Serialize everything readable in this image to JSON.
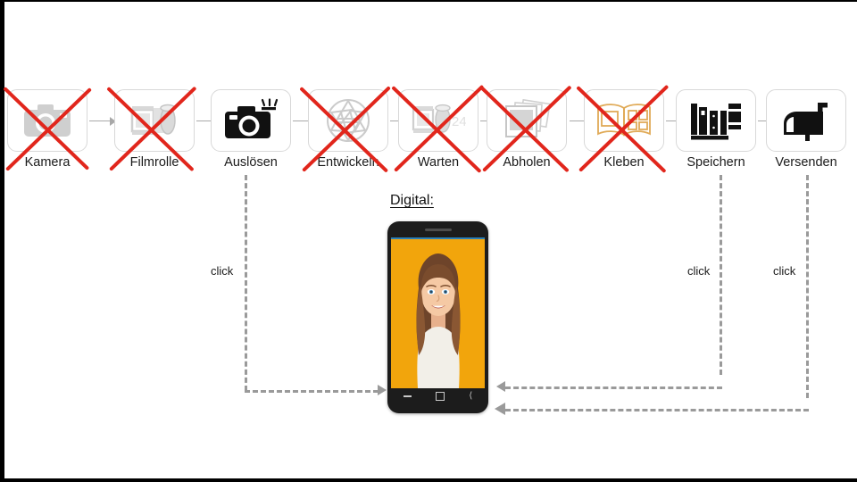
{
  "slide": {
    "digital_title": "Digital:"
  },
  "process": {
    "steps": [
      {
        "label": "Kamera",
        "icon": "camera-icon",
        "state": "crossed-out",
        "style": "gray"
      },
      {
        "label": "Filmrolle",
        "icon": "film-roll-icon",
        "state": "crossed-out",
        "style": "gray"
      },
      {
        "label": "Auslösen",
        "icon": "camera-shutter-icon",
        "state": "active",
        "style": "black"
      },
      {
        "label": "Entwickeln",
        "icon": "aperture-icon",
        "state": "crossed-out",
        "style": "gray"
      },
      {
        "label": "Warten",
        "icon": "film-develop-icon",
        "state": "crossed-out",
        "style": "gray"
      },
      {
        "label": "Abholen",
        "icon": "photo-prints-icon",
        "state": "crossed-out",
        "style": "gray"
      },
      {
        "label": "Kleben",
        "icon": "photo-album-icon",
        "state": "crossed-out",
        "style": "tan"
      },
      {
        "label": "Speichern",
        "icon": "bookshelf-icon",
        "state": "active",
        "style": "black"
      },
      {
        "label": "Versenden",
        "icon": "mailbox-icon",
        "state": "active",
        "style": "black"
      }
    ]
  },
  "connectors": [
    {
      "from": "Auslösen",
      "to": "phone",
      "label": "click",
      "direction": "down-right"
    },
    {
      "from": "Speichern",
      "to": "phone",
      "label": "click",
      "direction": "down-left"
    },
    {
      "from": "Versenden",
      "to": "phone",
      "label": "click",
      "direction": "down-left"
    }
  ],
  "phone": {
    "screen_background": "#f2a50c",
    "subject": "girl-portrait",
    "nav_buttons": [
      "recents",
      "home",
      "back"
    ]
  },
  "colors": {
    "strike": "#e1261c",
    "connector": "#9a9a9a",
    "arrow": "#a8a8a8",
    "accent_orange": "#f2a50c",
    "icon_tan": "#e0aa57"
  }
}
